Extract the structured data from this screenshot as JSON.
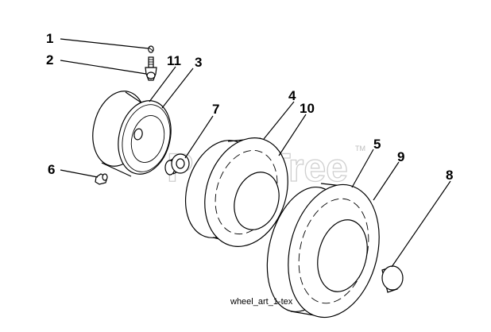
{
  "diagram": {
    "caption": "wheel_art_1-tex",
    "watermark": "PartsTree",
    "watermark_tm": "TM",
    "callouts": [
      {
        "id": "c1",
        "label": "1",
        "part": "valve-stem-cap"
      },
      {
        "id": "c2",
        "label": "2",
        "part": "valve-stem"
      },
      {
        "id": "c11",
        "label": "11",
        "part": "rim-seal"
      },
      {
        "id": "c3",
        "label": "3",
        "part": "front-wheel-rim"
      },
      {
        "id": "c7",
        "label": "7",
        "part": "bushing-washer"
      },
      {
        "id": "c4",
        "label": "4",
        "part": "front-tire"
      },
      {
        "id": "c10",
        "label": "10",
        "part": "front-wheel-assembly"
      },
      {
        "id": "c5",
        "label": "5",
        "part": "rear-tire"
      },
      {
        "id": "c9",
        "label": "9",
        "part": "rear-wheel-assembly"
      },
      {
        "id": "c8",
        "label": "8",
        "part": "hub-cap"
      },
      {
        "id": "c6",
        "label": "6",
        "part": "grease-fitting"
      }
    ]
  }
}
